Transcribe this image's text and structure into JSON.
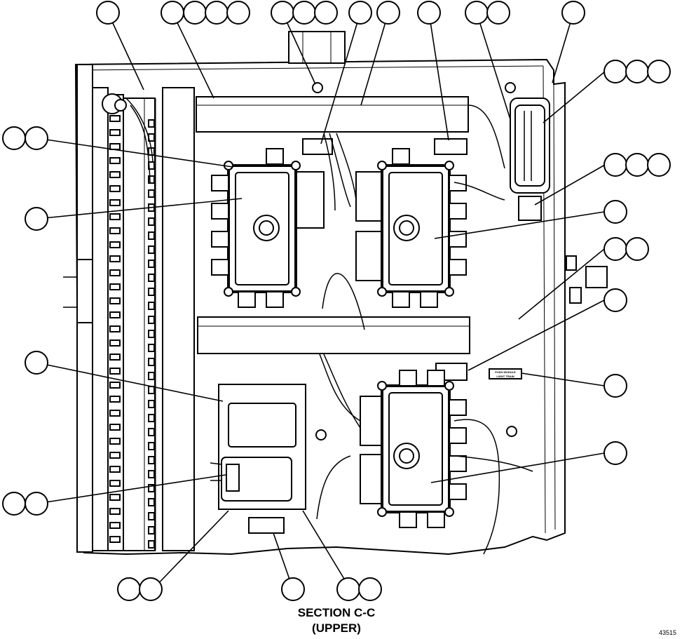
{
  "figure": {
    "section_title": "SECTION C-C",
    "section_subtitle": "(UPPER)",
    "drawing_number": "43515"
  },
  "labels": {
    "panel_tag_line1": "PUSH MODULE",
    "panel_tag_line2": "LIGHT TRAIN"
  },
  "colors": {
    "line": "#000000",
    "background": "#ffffff"
  }
}
